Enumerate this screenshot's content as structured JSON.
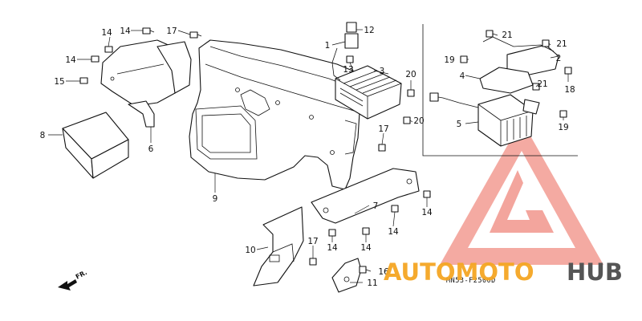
{
  "diagram": {
    "callouts": {
      "c1": "1",
      "c2": "2",
      "c3": "3",
      "c4": "4",
      "c5": "5",
      "c6": "6",
      "c7": "7",
      "c8": "8",
      "c9": "9",
      "c10": "10",
      "c11": "11",
      "c12": "12",
      "c13": "13",
      "c14a": "14",
      "c14b": "14",
      "c14c": "14",
      "c14d": "14",
      "c14e": "14",
      "c14f": "14",
      "c15": "15",
      "c16": "16",
      "c17a": "17",
      "c17b": "17",
      "c17c": "17",
      "c18": "18",
      "c19a": "19",
      "c19b": "19",
      "c20a": "20",
      "c20b": "20",
      "c21a": "21",
      "c21b": "21",
      "c21c": "21"
    },
    "diagram_code": "MN53-F2500D",
    "direction_label": "FR.",
    "watermark": {
      "part1": "AUTOMOTO",
      "part2": "HUB",
      "color1": "#f5a623",
      "color2": "#555555",
      "triangle_color": "#f08a80"
    }
  }
}
